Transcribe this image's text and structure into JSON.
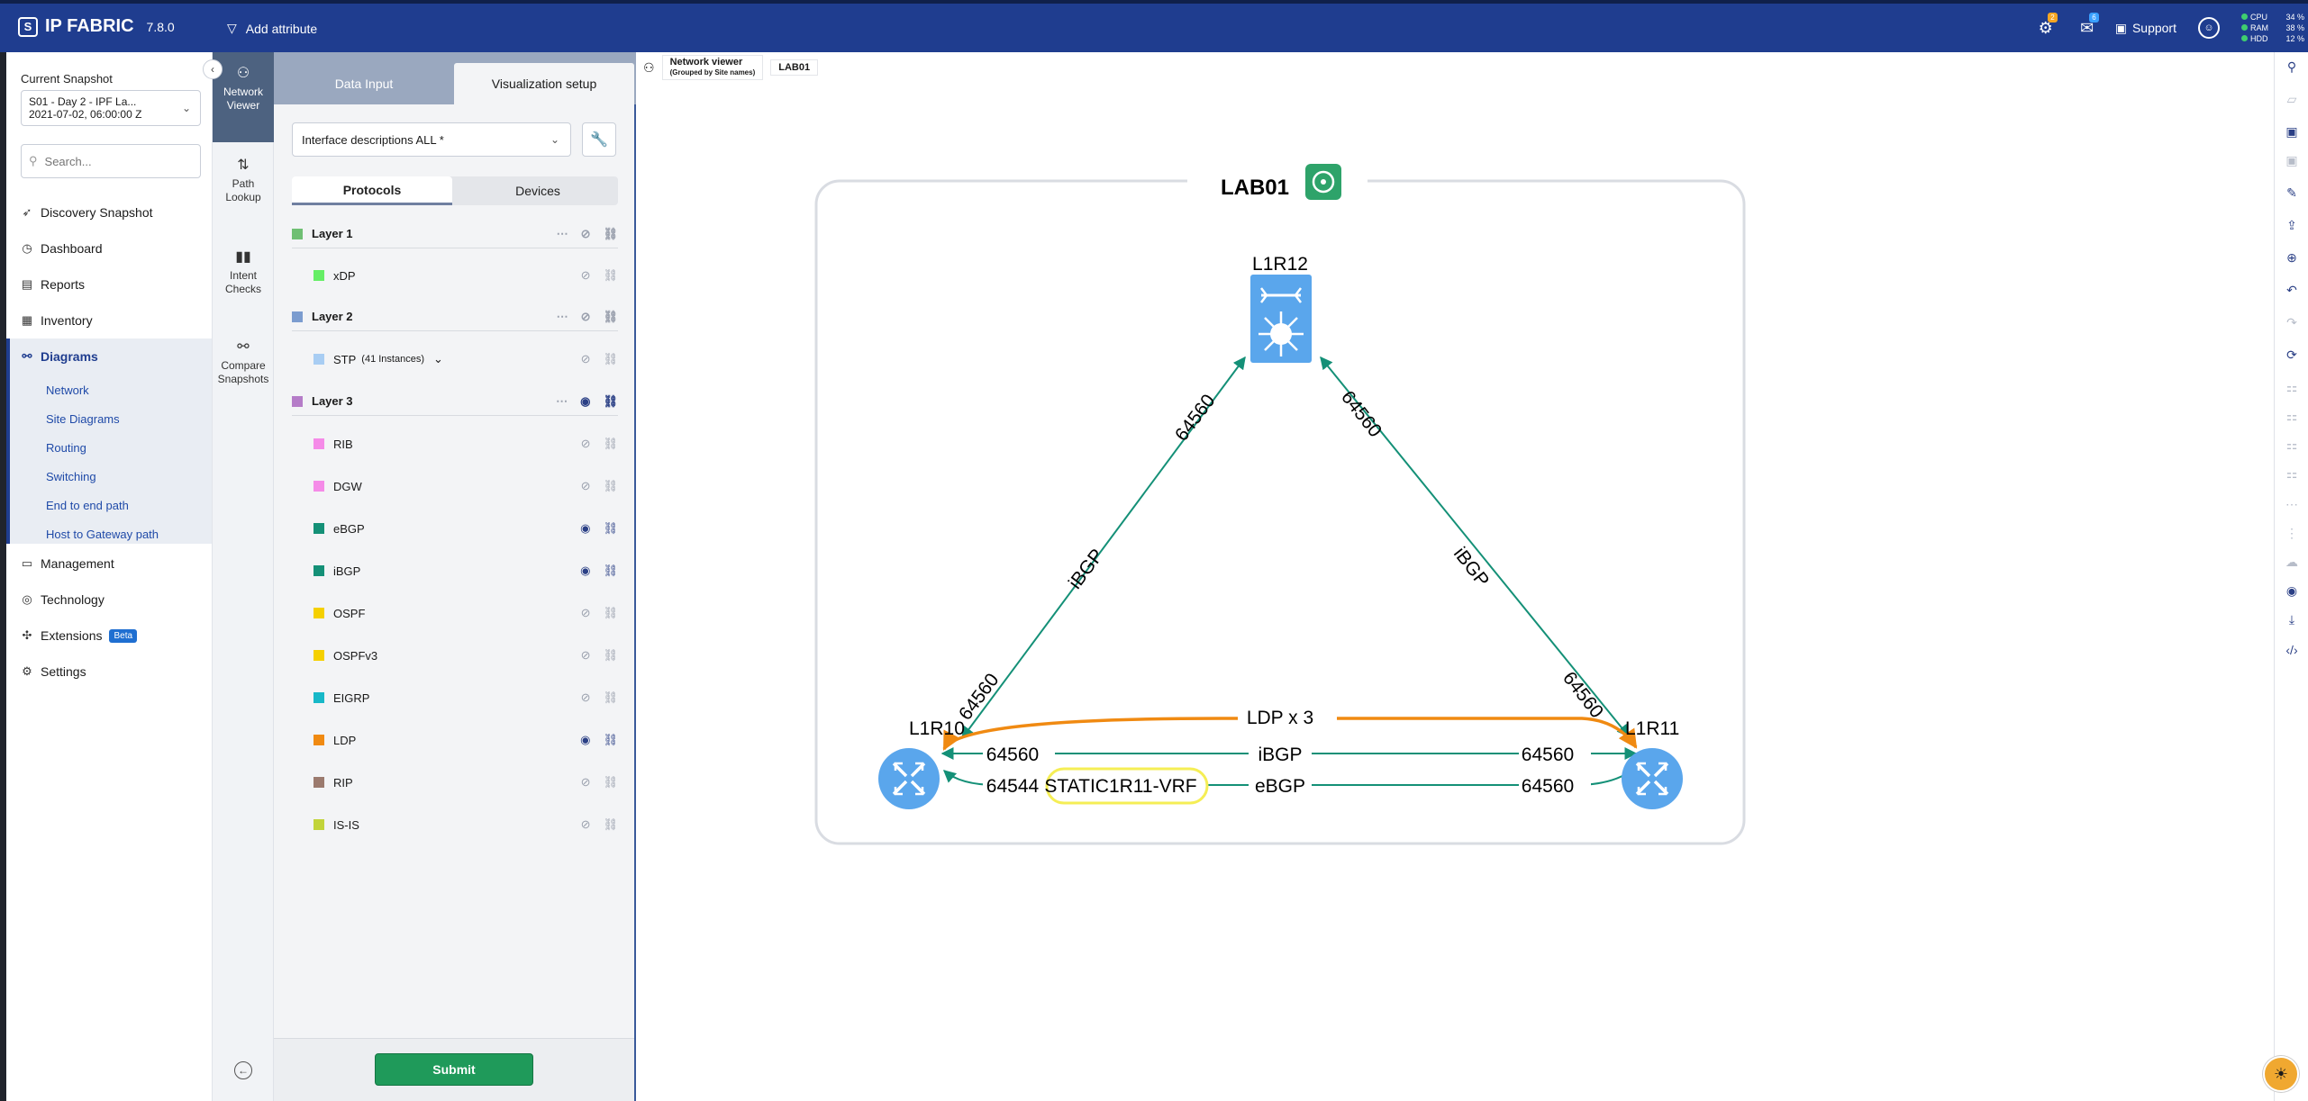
{
  "app": {
    "brand": "IP FABRIC",
    "version": "7.8.0",
    "add_attribute": "Add attribute",
    "support": "Support",
    "notif_badge_1": "2",
    "notif_badge_2": "6",
    "stats": [
      {
        "label": "CPU",
        "value": "34 %"
      },
      {
        "label": "RAM",
        "value": "38 %"
      },
      {
        "label": "HDD",
        "value": "12 %"
      }
    ]
  },
  "snapshot": {
    "label": "Current Snapshot",
    "name": "S01 - Day 2 - IPF La...",
    "date": "2021-07-02, 06:00:00 Z"
  },
  "search": {
    "placeholder": "Search..."
  },
  "nav": {
    "discovery": "Discovery Snapshot",
    "dashboard": "Dashboard",
    "reports": "Reports",
    "inventory": "Inventory",
    "diagrams": "Diagrams",
    "diagram_subs": [
      "Network",
      "Site Diagrams",
      "Routing",
      "Switching",
      "End to end path",
      "Host to Gateway path"
    ],
    "management": "Management",
    "technology": "Technology",
    "extensions": "Extensions",
    "beta": "Beta",
    "settings": "Settings"
  },
  "rail": {
    "network_viewer": [
      "Network",
      "Viewer"
    ],
    "path_lookup": [
      "Path",
      "Lookup"
    ],
    "intent_checks": [
      "Intent",
      "Checks"
    ],
    "compare": [
      "Compare",
      "Snapshots"
    ]
  },
  "panel": {
    "tab_data": "Data Input",
    "tab_vis": "Visualization setup",
    "select_value": "Interface descriptions ALL *",
    "sub_protocols": "Protocols",
    "sub_devices": "Devices",
    "submit": "Submit",
    "layers": [
      {
        "name": "Layer 1",
        "group": true,
        "color": "#6fbf73"
      },
      {
        "name": "xDP",
        "group": false,
        "color": "#66ee66"
      },
      {
        "name": "Layer 2",
        "group": true,
        "color": "#7b9ccf"
      },
      {
        "name": "STP",
        "suffix": "(41 Instances)",
        "group": false,
        "color": "#a8cdf3"
      },
      {
        "name": "Layer 3",
        "group": true,
        "color": "#b57cc8"
      },
      {
        "name": "RIB",
        "group": false,
        "color": "#f58be8"
      },
      {
        "name": "DGW",
        "group": false,
        "color": "#f58be8"
      },
      {
        "name": "eBGP",
        "group": false,
        "color": "#149077"
      },
      {
        "name": "iBGP",
        "group": false,
        "color": "#149077"
      },
      {
        "name": "OSPF",
        "group": false,
        "color": "#f5d000"
      },
      {
        "name": "OSPFv3",
        "group": false,
        "color": "#f5d000"
      },
      {
        "name": "EIGRP",
        "group": false,
        "color": "#17b8c8"
      },
      {
        "name": "LDP",
        "group": false,
        "color": "#f08a12"
      },
      {
        "name": "RIP",
        "group": false,
        "color": "#9b7a6e"
      },
      {
        "name": "IS-IS",
        "group": false,
        "color": "#c2d43a"
      }
    ]
  },
  "viewer": {
    "crumb_title": "Network viewer",
    "crumb_sub": "(Grouped by Site names)",
    "crumb_site": "LAB01"
  },
  "diagram": {
    "site": "LAB01",
    "nodes": {
      "top": "L1R12",
      "left": "L1R10",
      "right": "L1R11"
    },
    "left_link": {
      "asn_top": "64560",
      "proto": "iBGP",
      "asn_bottom": "64560"
    },
    "right_link": {
      "asn_top": "64560",
      "proto": "iBGP",
      "asn_bottom": "64560"
    },
    "bottom": {
      "ldp": "LDP x 3",
      "ibgp_left": "64560",
      "ibgp": "iBGP",
      "ibgp_right": "64560",
      "ebgp_left": "64544",
      "vrf": "STATIC1R11-VRF",
      "ebgp": "eBGP",
      "ebgp_right": "64560"
    }
  }
}
